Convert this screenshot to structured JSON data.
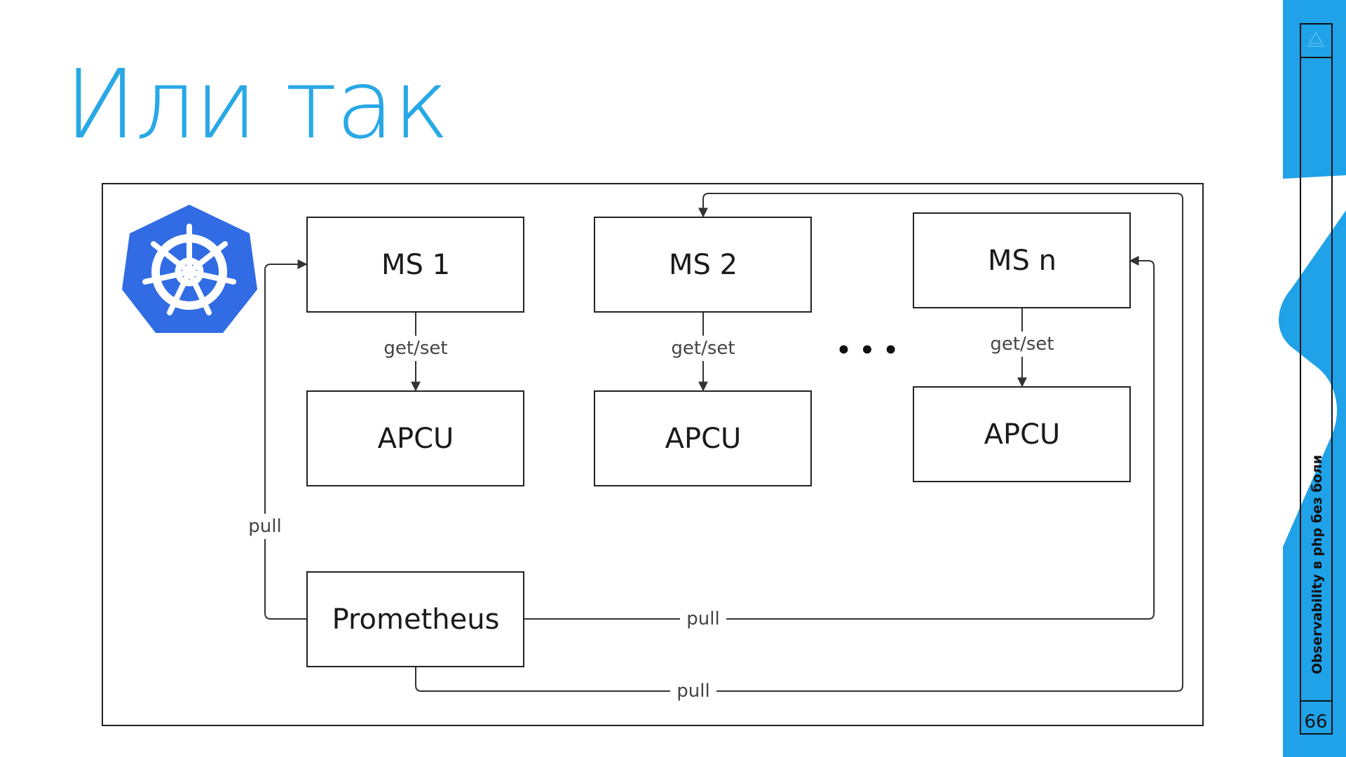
{
  "slide": {
    "title": "Или так",
    "footer_title": "Observability в php без боли",
    "page_number": "66",
    "accent_color": "#29a8e6",
    "sidebar_color": "#1fa2e8",
    "logo_color": "#326ce5"
  },
  "diagram": {
    "logo_icon": "kubernetes-helm-icon",
    "ellipsis": "• • •",
    "nodes": {
      "ms1": "MS 1",
      "ms2": "MS 2",
      "msn": "MS n",
      "apcu1": "APCU",
      "apcu2": "APCU",
      "apcun": "APCU",
      "prometheus": "Prometheus"
    },
    "edges": {
      "ms1_apcu1": "get/set",
      "ms2_apcu2": "get/set",
      "msn_apcun": "get/set",
      "prom_ms1": "pull",
      "prom_msn": "pull",
      "prom_ms2": "pull"
    }
  }
}
